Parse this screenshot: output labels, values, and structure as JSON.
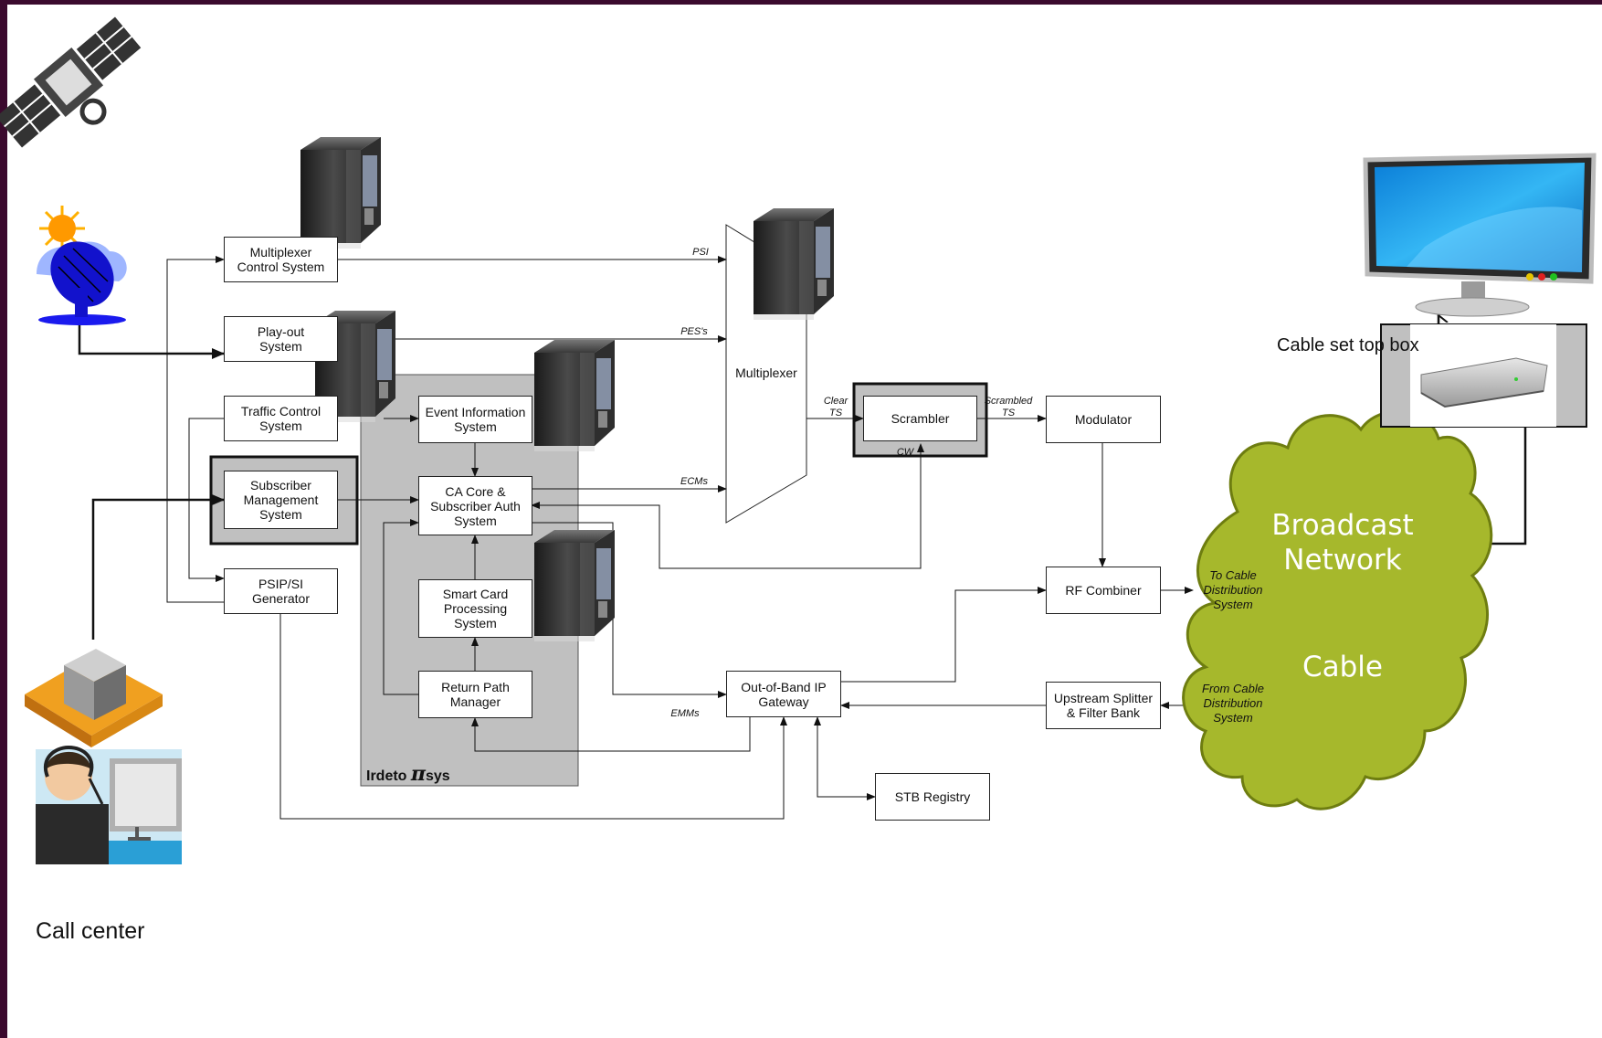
{
  "boxes": {
    "mux_control": "Multiplexer\nControl System",
    "playout": "Play-out\nSystem",
    "traffic": "Traffic Control\nSystem",
    "subscriber_mgmt": "Subscriber\nManagement\nSystem",
    "psip": "PSIP/SI\nGenerator",
    "eis": "Event Information\nSystem",
    "ca_core": "CA Core &\nSubscriber Auth\nSystem",
    "smart_card": "Smart Card\nProcessing\nSystem",
    "return_path": "Return Path\nManager",
    "multiplexer": "Multiplexer",
    "scrambler": "Scrambler",
    "modulator": "Modulator",
    "rf_combiner": "RF Combiner",
    "oob_gateway": "Out-of-Band IP\nGateway",
    "upstream_splitter": "Upstream Splitter\n& Filter Bank",
    "stb_registry": "STB Registry"
  },
  "labels": {
    "psi": "PSI",
    "pes": "PES's",
    "ecms": "ECMs",
    "emms": "EMMs",
    "clear_ts": "Clear\nTS",
    "scrambled_ts": "Scrambled\nTS",
    "cw": "CW",
    "to_cable": "To Cable\nDistribution\nSystem",
    "from_cable": "From Cable\nDistribution\nSystem"
  },
  "region": {
    "title_prefix": "Irdeto ",
    "title_pi": "π",
    "title_suffix": "sys"
  },
  "cloud": {
    "line1": "Broadcast\nNetwork",
    "line2": "Cable"
  },
  "captions": {
    "set_top_box": "Cable set top box",
    "call_center": "Call center"
  },
  "colors": {
    "frame": "#3b0a2e",
    "region_fill": "#c0c0c0",
    "cloud_fill": "#a6b82c",
    "cloud_stroke": "#6e7d10"
  },
  "icons": [
    "satellite-icon",
    "satellite-dish-icon",
    "server-tower-icon",
    "monitor-icon",
    "set-top-box-icon",
    "package-platform-icon",
    "call-center-agent-icon"
  ]
}
